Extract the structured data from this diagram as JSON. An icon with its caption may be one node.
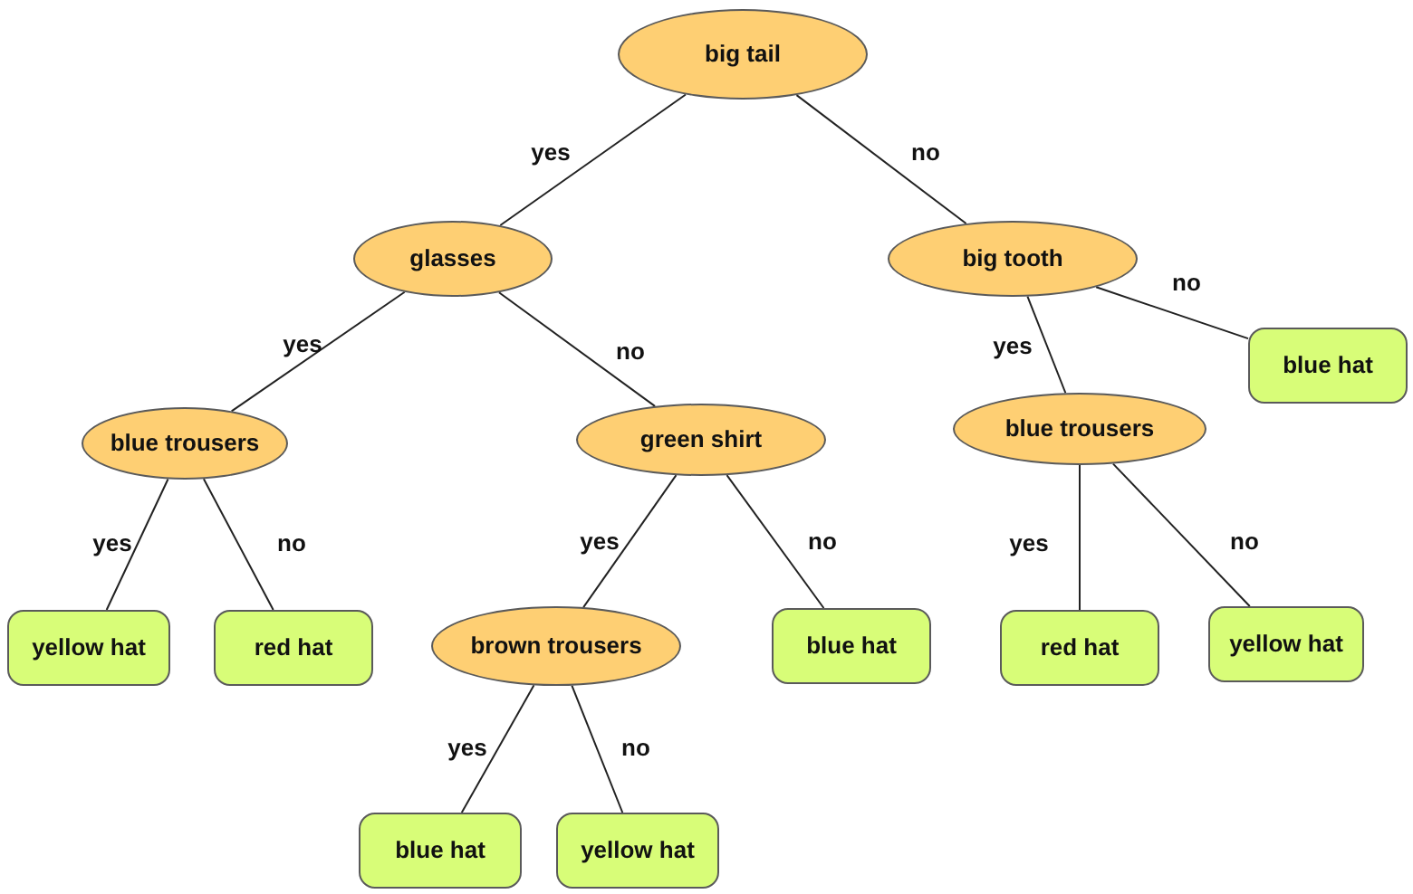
{
  "diagram": {
    "nodes": [
      {
        "text": [
          "big tail"
        ]
      },
      {
        "text": [
          "glasses"
        ]
      },
      {
        "text": [
          "big tooth"
        ]
      },
      {
        "text": [
          "blue trousers"
        ]
      },
      {
        "text": [
          "green shirt"
        ]
      },
      {
        "text": [
          "blue trousers"
        ]
      },
      {
        "text": [
          "blue hat"
        ]
      },
      {
        "text": [
          "yellow hat"
        ]
      },
      {
        "text": [
          "red hat"
        ]
      },
      {
        "text": [
          "brown trousers"
        ]
      },
      {
        "text": [
          "blue hat"
        ]
      },
      {
        "text": [
          "red hat"
        ]
      },
      {
        "text": [
          "yellow hat"
        ]
      },
      {
        "text": [
          "blue hat"
        ]
      },
      {
        "text": [
          "yellow hat"
        ]
      }
    ],
    "edges": [
      {
        "from": 0,
        "to": 1,
        "arrow": "none",
        "label": "yes"
      },
      {
        "from": 0,
        "to": 2,
        "arrow": "none",
        "label": "no"
      },
      {
        "from": 1,
        "to": 3,
        "arrow": "none",
        "label": "yes"
      },
      {
        "from": 1,
        "to": 4,
        "arrow": "none",
        "label": "no"
      },
      {
        "from": 2,
        "to": 5,
        "arrow": "none",
        "label": "yes"
      },
      {
        "from": 2,
        "to": 6,
        "arrow": "none",
        "label": "no"
      },
      {
        "from": 3,
        "to": 7,
        "arrow": "none",
        "label": "yes"
      },
      {
        "from": 3,
        "to": 8,
        "arrow": "none",
        "label": "no"
      },
      {
        "from": 4,
        "to": 9,
        "arrow": "none",
        "label": "yes"
      },
      {
        "from": 4,
        "to": 10,
        "arrow": "none",
        "label": "no"
      },
      {
        "from": 5,
        "to": 11,
        "arrow": "none",
        "label": "yes"
      },
      {
        "from": 5,
        "to": 12,
        "arrow": "none",
        "label": "no"
      },
      {
        "from": 9,
        "to": 13,
        "arrow": "none",
        "label": "yes"
      },
      {
        "from": 9,
        "to": 14,
        "arrow": "none",
        "label": "no"
      }
    ]
  }
}
